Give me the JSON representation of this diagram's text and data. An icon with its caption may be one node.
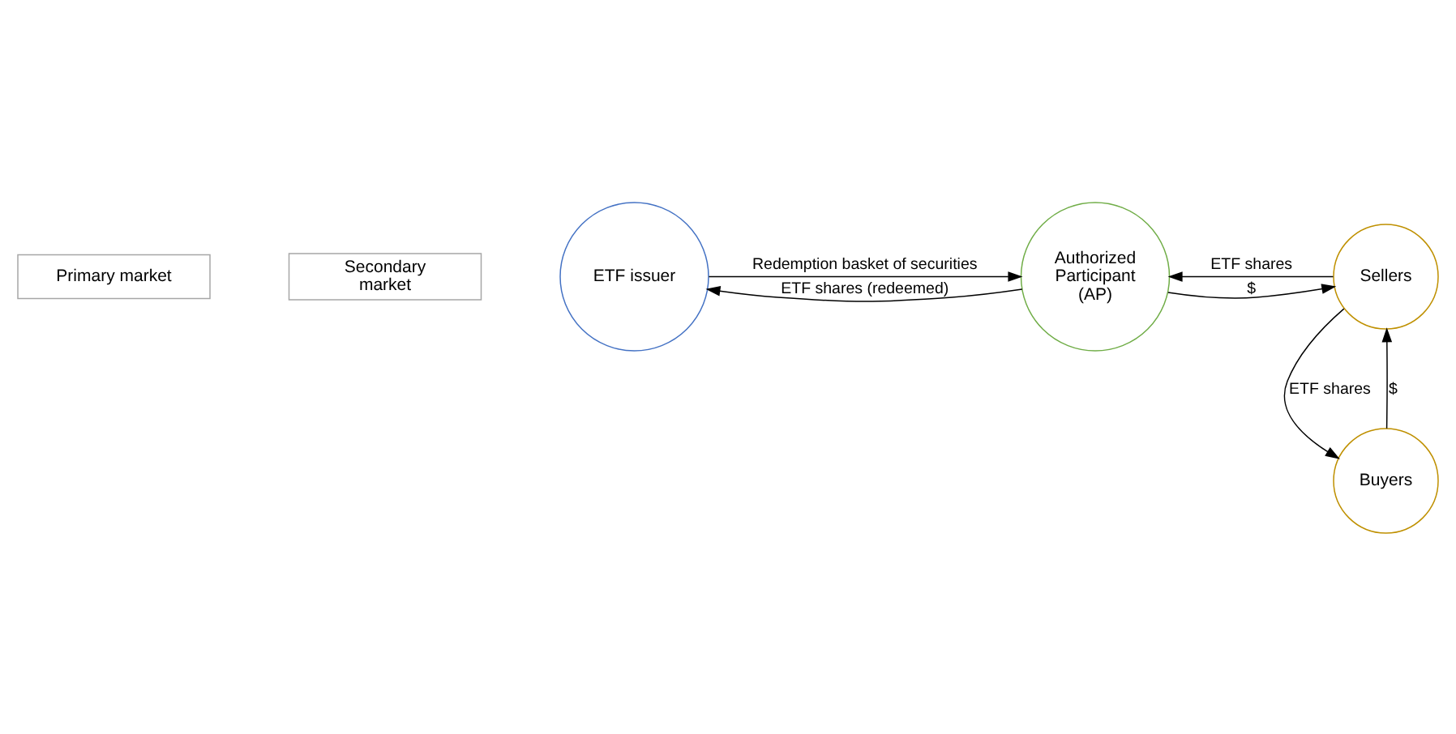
{
  "diagram": {
    "nodes": [
      {
        "text": [
          "Primary market"
        ]
      },
      {
        "text": [
          "Secondary market"
        ]
      },
      {
        "text": [
          "ETF issuer"
        ]
      },
      {
        "text": [
          "Authorized Participant (AP)"
        ]
      },
      {
        "text": [
          "Sellers"
        ]
      },
      {
        "text": [
          "Buyers"
        ]
      }
    ],
    "edges": [
      {
        "from": 2,
        "to": 3,
        "arrow": "to",
        "label": "Redemption basket of securities"
      },
      {
        "from": 3,
        "to": 2,
        "arrow": "to",
        "label": "ETF shares (redeemed)"
      },
      {
        "from": 3,
        "to": 4,
        "arrow": "to",
        "label": "$"
      },
      {
        "from": 4,
        "to": 3,
        "arrow": "to",
        "label": "ETF shares"
      },
      {
        "from": 4,
        "to": 5,
        "arrow": "to",
        "label": "ETF shares"
      },
      {
        "from": 5,
        "to": 4,
        "arrow": "to",
        "label": "$"
      }
    ]
  }
}
